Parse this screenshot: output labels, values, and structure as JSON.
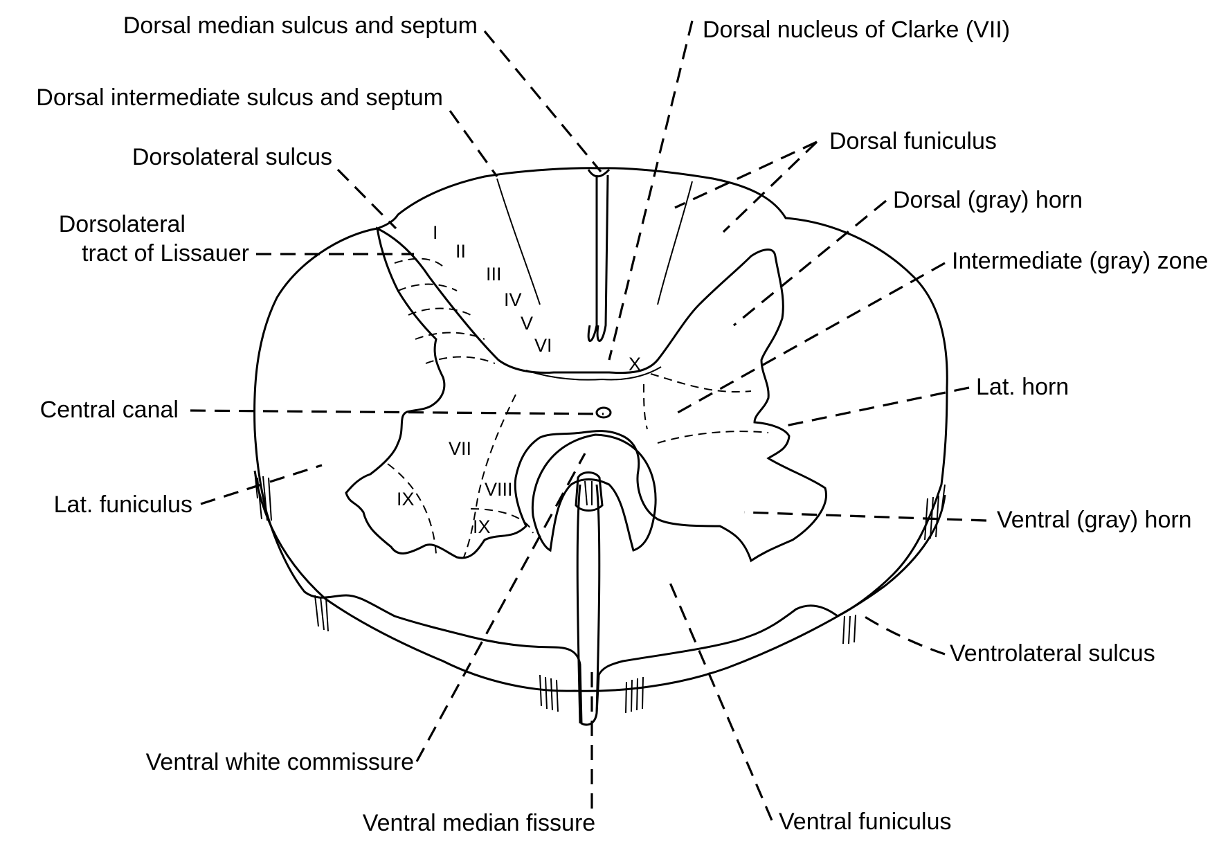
{
  "labels": {
    "dorsal_median": "Dorsal median sulcus and septum",
    "dorsal_intermediate": "Dorsal intermediate sulcus and septum",
    "dorsolateral_sulcus": "Dorsolateral sulcus",
    "lissauer_line1": "Dorsolateral",
    "lissauer_line2": "tract of Lissauer",
    "central_canal": "Central canal",
    "lat_funiculus": "Lat. funiculus",
    "ventral_white_commissure": "Ventral white commissure",
    "ventral_median_fissure": "Ventral median fissure",
    "clarke": "Dorsal nucleus of Clarke (VII)",
    "dorsal_funiculus": "Dorsal funiculus",
    "dorsal_horn": "Dorsal (gray) horn",
    "intermediate_zone": "Intermediate (gray) zone",
    "lat_horn": "Lat. horn",
    "ventral_horn": "Ventral (gray) horn",
    "ventrolateral_sulcus": "Ventrolateral sulcus",
    "ventral_funiculus": "Ventral funiculus"
  },
  "laminae": {
    "I": "I",
    "II": "II",
    "III": "III",
    "IV": "IV",
    "V": "V",
    "VI": "VI",
    "VII": "VII",
    "VIII": "VIII",
    "IX_outer": "IX",
    "IX_inner": "IX",
    "X": "X"
  }
}
